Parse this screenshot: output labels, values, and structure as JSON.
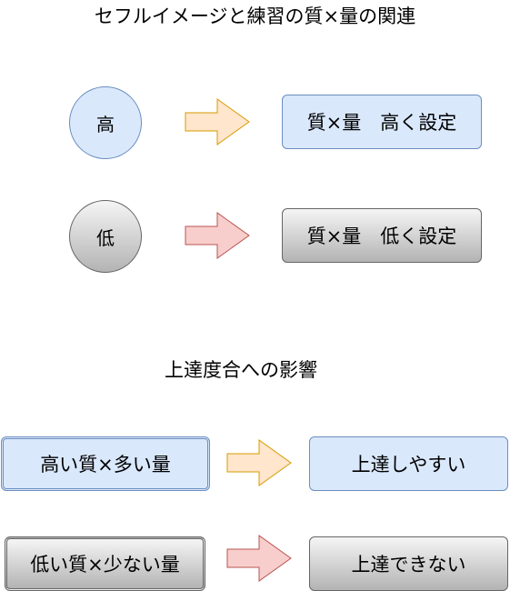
{
  "section1": {
    "title": "セフルイメージと練習の質×量の関連",
    "rows": [
      {
        "circle": "高",
        "result": "質×量　高く設定",
        "arrow_color": "#ffe6cc",
        "arrow_stroke": "#d79b00"
      },
      {
        "circle": "低",
        "result": "質×量　低く設定",
        "arrow_color": "#f8cecc",
        "arrow_stroke": "#b85450"
      }
    ]
  },
  "section2": {
    "title": "上達度合への影響",
    "rows": [
      {
        "cause": "高い質×多い量",
        "result": "上達しやすい",
        "arrow_color": "#ffe6cc",
        "arrow_stroke": "#d79b00"
      },
      {
        "cause": "低い質×少ない量",
        "result": "上達できない",
        "arrow_color": "#f8cecc",
        "arrow_stroke": "#b85450"
      }
    ]
  },
  "colors": {
    "blue_fill": "#dae8fc",
    "blue_stroke": "#6c8ebf",
    "gray_stroke": "#666666"
  }
}
